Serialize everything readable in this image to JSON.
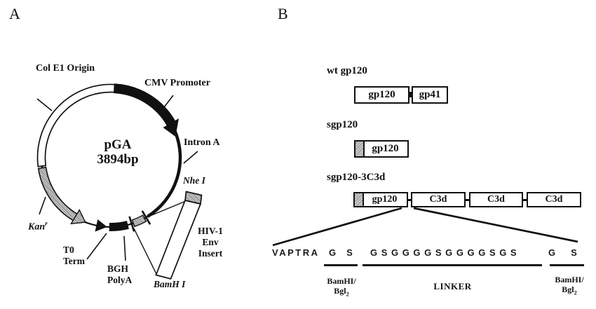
{
  "panelA": {
    "panel_letter": "A",
    "plasmid": {
      "name": "pGA",
      "size": "3894bp"
    },
    "labels": {
      "col_e1": "Col E1 Origin",
      "cmv": "CMV Promoter",
      "intron_a": "Intron A",
      "nhe1": "Nhe I",
      "kan": {
        "base": "Kan",
        "sup": "r"
      },
      "t0": {
        "line1": "T0",
        "line2": "Term"
      },
      "bgh": {
        "line1": "BGH",
        "line2": "PolyA"
      },
      "bamh1": "BamH I",
      "hiv": {
        "line1": "HIV-1",
        "line2": "Env",
        "line3": "Insert"
      }
    }
  },
  "panelB": {
    "panel_letter": "B",
    "constructs": [
      {
        "name": "wt gp120",
        "segments": [
          "gp120",
          "gp41"
        ]
      },
      {
        "name": "sgp120",
        "segments": [
          "gp120"
        ]
      },
      {
        "name": "sgp120-3C3d",
        "segments": [
          "gp120",
          "C3d",
          "C3d",
          "C3d"
        ]
      }
    ],
    "sequence": {
      "flank_left": "VAPTRA",
      "site_left": "GS",
      "linker": "GSGGGGSGGGGSGS",
      "site_right": "GS",
      "label_left": {
        "line1": "BamHI/",
        "base": "Bgl",
        "sub": "2"
      },
      "label_linker": "LINKER",
      "label_right": {
        "line1": "BamHI/",
        "base": "Bgl",
        "sub": "2"
      }
    }
  }
}
